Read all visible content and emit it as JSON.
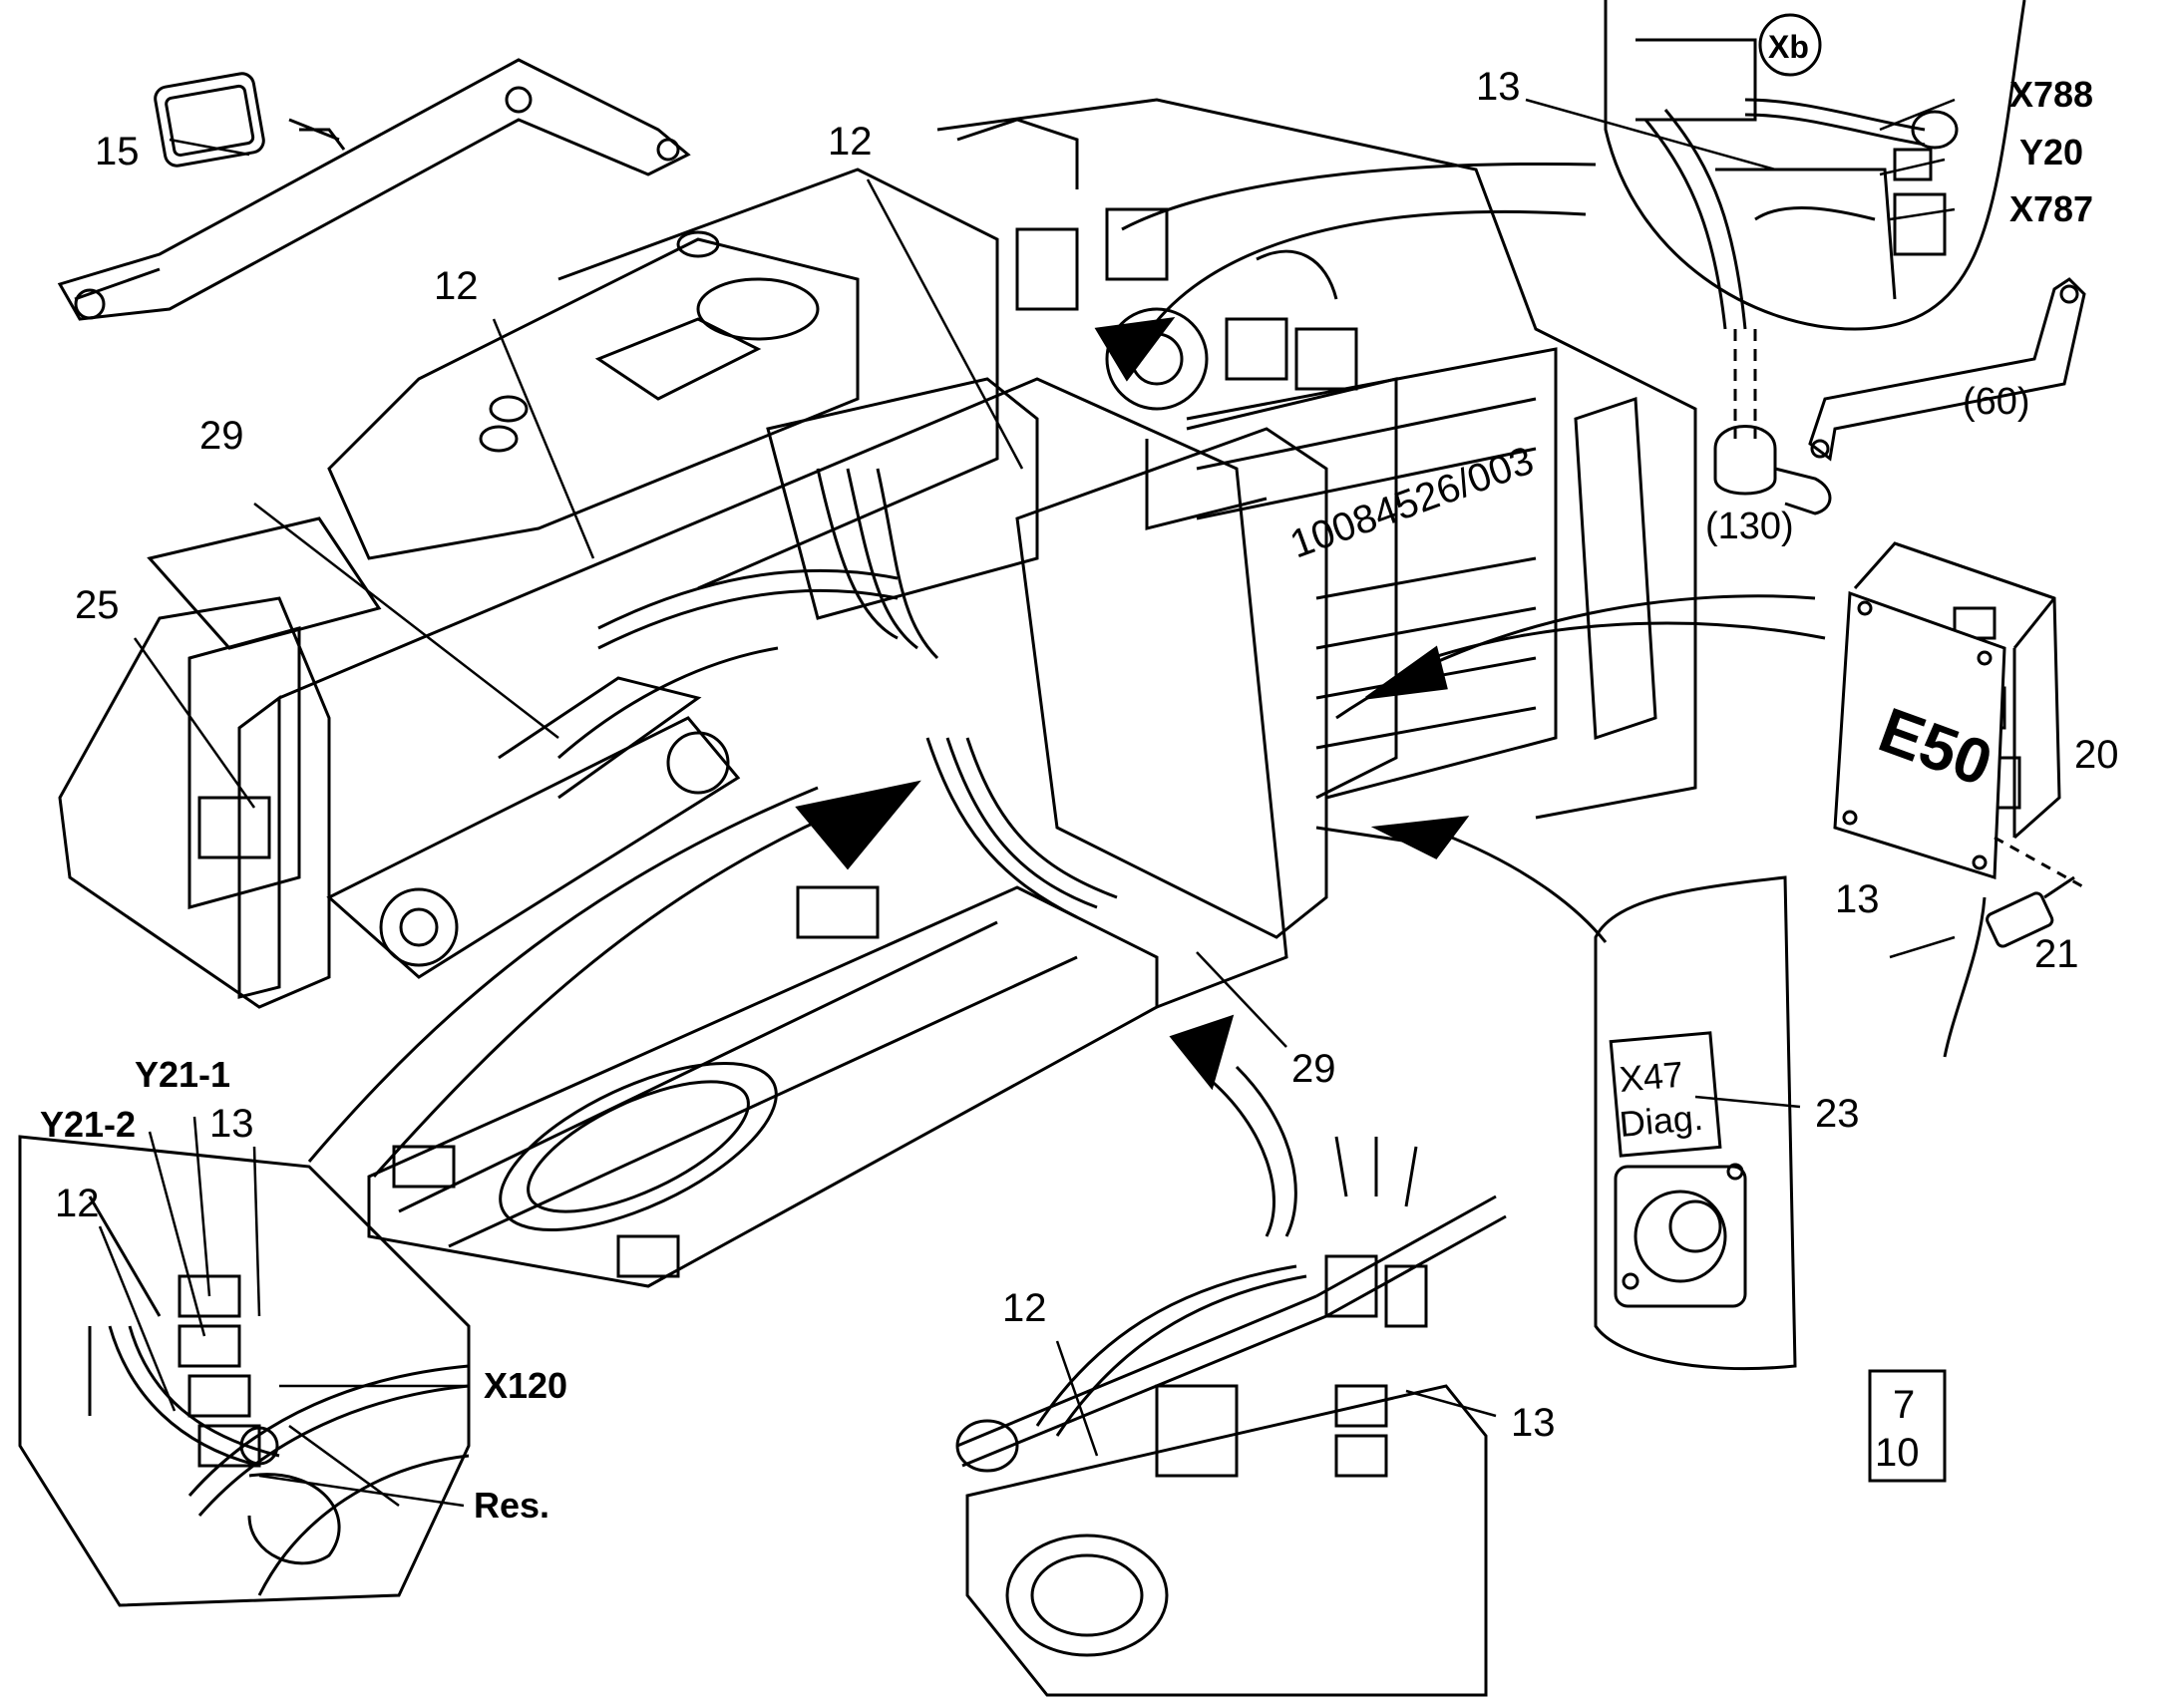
{
  "drawing_number": "10084526/003",
  "page_ref": {
    "top": "7",
    "bottom": "10"
  },
  "detail_ids": {
    "xb": "Xb"
  },
  "ecu": {
    "plate_text": "E50"
  },
  "diag_plate": {
    "line1": "X47",
    "line2": "Diag."
  },
  "callouts": {
    "c15": "15",
    "c12_top": "12",
    "c12_left": "12",
    "c29_left": "29",
    "c29_right": "29",
    "c25": "25",
    "c13_top": "13",
    "x788": "X788",
    "y20": "Y20",
    "x787": "X787",
    "p60": "(60)",
    "p130": "(130)",
    "c20": "20",
    "c13_right": "13",
    "c21": "21",
    "c23": "23",
    "y21_1": "Y21-1",
    "y21_2": "Y21-2",
    "c13_left": "13",
    "c12_detail_left": "12",
    "x120": "X120",
    "res": "Res.",
    "c12_detail_bottom": "12",
    "c13_detail_bottom": "13"
  }
}
